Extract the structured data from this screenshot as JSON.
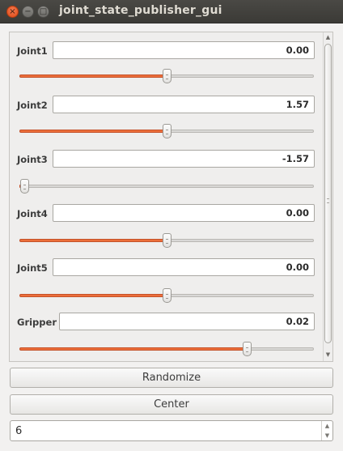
{
  "window": {
    "title": "joint_state_publisher_gui",
    "close_glyph": "×",
    "min_glyph": "−",
    "max_glyph": "□"
  },
  "joints": [
    {
      "name": "Joint1",
      "value": "0.00",
      "slider_fraction": 0.5
    },
    {
      "name": "Joint2",
      "value": "1.57",
      "slider_fraction": 0.5
    },
    {
      "name": "Joint3",
      "value": "-1.57",
      "slider_fraction": 0.0
    },
    {
      "name": "Joint4",
      "value": "0.00",
      "slider_fraction": 0.5
    },
    {
      "name": "Joint5",
      "value": "0.00",
      "slider_fraction": 0.5
    },
    {
      "name": "Gripper",
      "value": "0.02",
      "slider_fraction": 0.78
    }
  ],
  "buttons": {
    "randomize": "Randomize",
    "center": "Center"
  },
  "spinbox": {
    "value": "6"
  },
  "colors": {
    "accent": "#ec6e3a",
    "titlebar": "#3e3d39"
  },
  "icons": {
    "close": "close-icon",
    "minimize": "minimize-icon",
    "maximize": "maximize-icon",
    "scroll_up": "chevron-up-icon",
    "scroll_down": "chevron-down-icon"
  }
}
